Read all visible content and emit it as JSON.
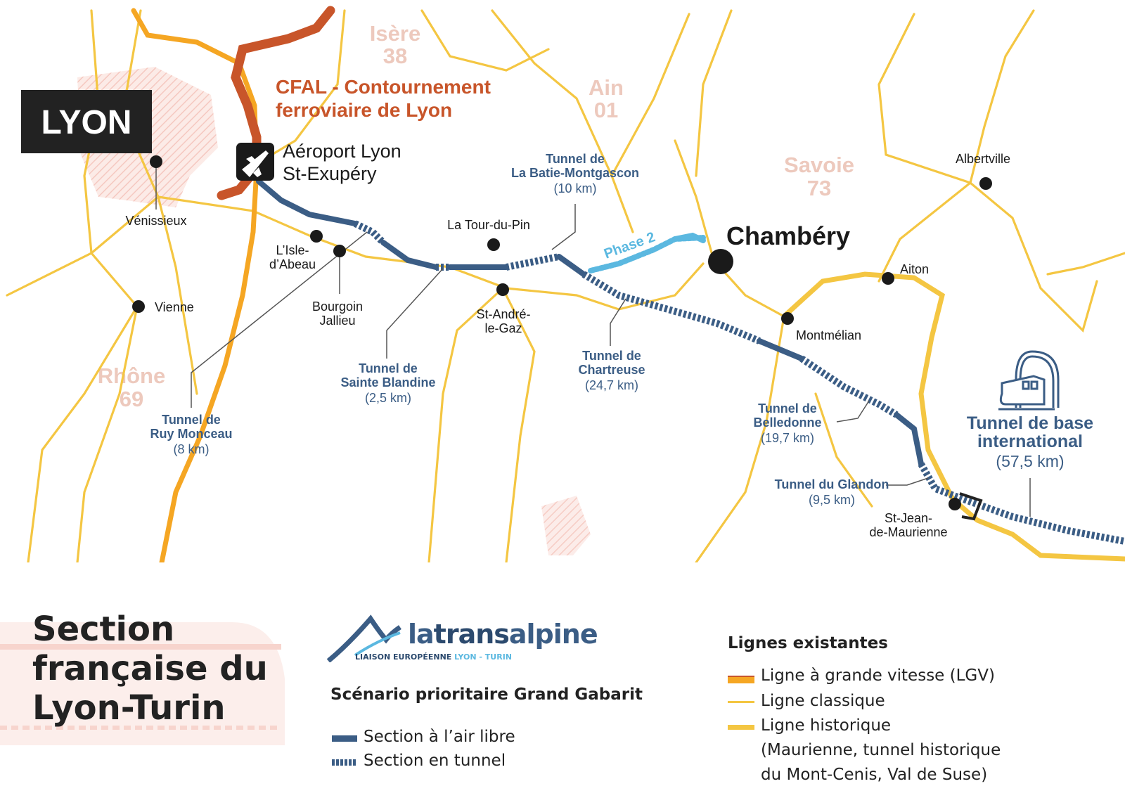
{
  "colors": {
    "road": "#f4c642",
    "lgv": "#f5a623",
    "cfal": "#c8552a",
    "route": "#3b5d85",
    "phase2": "#5bb8e0",
    "dept_text": "#edc9bd",
    "label_blue": "#3b5d85",
    "city": "#1a1a1a",
    "lyon_box": "#222222",
    "hatch": "#f2b6ab"
  },
  "map": {
    "lyon_label": "LYON",
    "airport": {
      "line1": "Aéroport Lyon",
      "line2": "St-Exupéry",
      "icon": "airplane-icon"
    },
    "cfal": {
      "line1": "CFAL - Contournement",
      "line2": "ferroviaire de Lyon"
    },
    "departments": [
      {
        "id": "isere",
        "name": "Isère",
        "code": "38"
      },
      {
        "id": "ain",
        "name": "Ain",
        "code": "01"
      },
      {
        "id": "savoie",
        "name": "Savoie",
        "code": "73"
      },
      {
        "id": "rhone",
        "name": "Rhône",
        "code": "69"
      }
    ],
    "cities": {
      "venissieux": "Vénissieux",
      "lisle_1": "L’Isle-",
      "lisle_2": "d’Abeau",
      "vienne": "Vienne",
      "bourgoin_1": "Bourgoin",
      "bourgoin_2": "Jallieu",
      "latour": "La Tour-du-Pin",
      "standre_1": "St-André-",
      "standre_2": "le-Gaz",
      "chambery": "Chambéry",
      "albertville": "Albertville",
      "aiton": "Aiton",
      "montmelian": "Montmélian",
      "stjean_1": "St-Jean-",
      "stjean_2": "de-Maurienne"
    },
    "phase2": "Phase 2",
    "tunnels": {
      "batie": [
        "Tunnel de",
        "La Batie-Montgascon",
        "(10 km)"
      ],
      "blandine": [
        "Tunnel de",
        "Sainte Blandine",
        "(2,5 km)"
      ],
      "chartreuse": [
        "Tunnel de",
        "Chartreuse",
        "(24,7 km)"
      ],
      "ruy": [
        "Tunnel de",
        "Ruy Monceau",
        "(8 km)"
      ],
      "belledonne": [
        "Tunnel de",
        "Belledonne",
        "(19,7 km)"
      ],
      "glandon": [
        "Tunnel du Glandon",
        "(9,5 km)"
      ],
      "base": [
        "Tunnel de base",
        "international",
        "(57,5 km)"
      ]
    },
    "train_icon": "train-tunnel-icon"
  },
  "legend": {
    "title": [
      "Section",
      "française du",
      "Lyon-Turin"
    ],
    "logo": {
      "la": "la",
      "trans": "trans",
      "alpine": "alpine",
      "sub1": "LIAISON EUROPÉENNE ",
      "sub2": "LYON - TURIN"
    },
    "scenario": "Scénario prioritaire Grand Gabarit",
    "section_air": "Section à l’air libre",
    "section_tunnel": "Section en tunnel",
    "existing_title": "Lignes existantes",
    "lgv": "Ligne à grande vitesse (LGV)",
    "classique": "Ligne classique",
    "historique": "Ligne historique",
    "historique_detail_1": "(Maurienne, tunnel historique",
    "historique_detail_2": "du Mont-Cenis, Val de Suse)"
  }
}
